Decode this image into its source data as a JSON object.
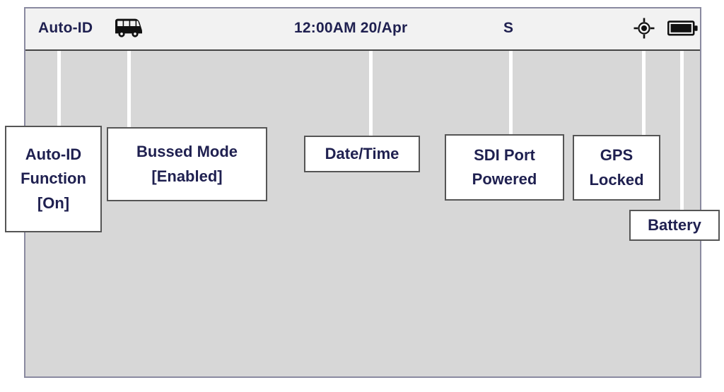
{
  "device": {
    "status_bar": {
      "auto_id_label": "Auto-ID",
      "bus_icon": "bus-icon",
      "datetime": "12:00AM 20/Apr",
      "sdi_indicator": "S",
      "gps_icon": "gps-crosshair-icon",
      "battery_icon": "battery-full-icon"
    }
  },
  "callouts": [
    {
      "name": "auto-id-function",
      "lines": [
        "Auto-ID",
        "Function",
        "[On]"
      ]
    },
    {
      "name": "bussed-mode",
      "lines": [
        "Bussed Mode",
        "[Enabled]"
      ]
    },
    {
      "name": "date-time",
      "lines": [
        "Date/Time"
      ]
    },
    {
      "name": "sdi-port-powered",
      "lines": [
        "SDI Port",
        "Powered"
      ]
    },
    {
      "name": "gps-locked",
      "lines": [
        "GPS",
        "Locked"
      ]
    },
    {
      "name": "battery",
      "lines": [
        "Battery"
      ]
    }
  ],
  "colors": {
    "text_navy": "#1f2050",
    "screen_background": "#d7d7d7",
    "status_bar_background": "#f2f2f2",
    "frame_border": "#8a8aa0",
    "callout_border": "#555555",
    "leader_line": "#ffffff"
  }
}
